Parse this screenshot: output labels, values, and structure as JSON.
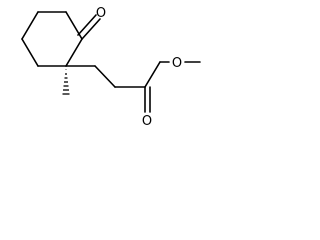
{
  "molecule": {
    "atom_labels": {
      "ketone_oxygen": "O",
      "ester_ether_oxygen": "O",
      "ester_carbonyl_oxygen": "O"
    },
    "stereo_bond_style": "hashed-wedge",
    "colors": {
      "bond": "#000000",
      "label": "#000000",
      "background": "#ffffff"
    }
  }
}
